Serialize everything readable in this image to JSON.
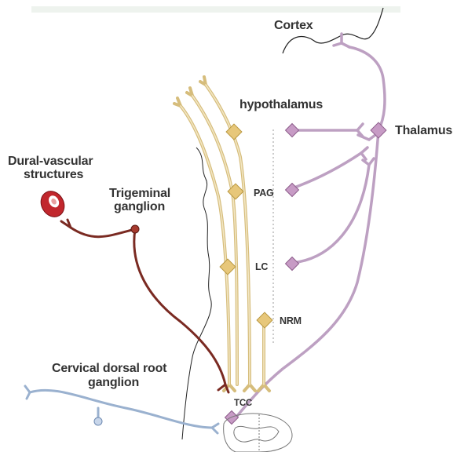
{
  "labels": {
    "cortex": "Cortex",
    "hypothalamus": "hypothalamus",
    "thalamus": "Thalamus",
    "dural_line1": "Dural-vascular",
    "dural_line2": "structures",
    "trigeminal_line1": "Trigeminal",
    "trigeminal_line2": "ganglion",
    "pag": "PAG",
    "lc": "LC",
    "nrm": "NRM",
    "cervical_line1": "Cervical dorsal root",
    "cervical_line2": "ganglion",
    "tcc": "TCC"
  },
  "colors": {
    "trigeminal_pathway": "#7a2a22",
    "ascending_pathway": "#bda0c2",
    "descending_modulation": "#e3cf9a",
    "modulation_node": "#e7c77a",
    "thalamic_node": "#c79bc5",
    "cervical_pathway": "#9ab1cf",
    "dural_vessel": "#c1272d",
    "outline": "#222222",
    "label_text": "#333333"
  }
}
